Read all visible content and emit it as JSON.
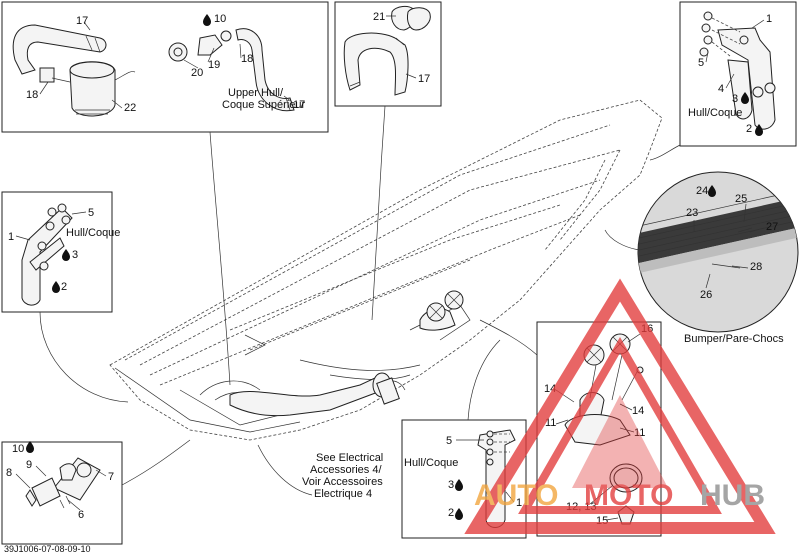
{
  "diagram": {
    "footer_code": "39J1006-07-08-09-10",
    "colors": {
      "line": "#222222",
      "bumper_dark": "#3a3a3a",
      "watermark_red": "#e23b3b",
      "watermark_orange": "#f2a33a",
      "watermark_gray": "#8c8c8c"
    },
    "labels": {
      "top_left": [
        "17",
        "10",
        "18",
        "19",
        "20",
        "18",
        "22",
        "17"
      ],
      "upper_hull": "Upper Hull/",
      "upper_hull_fr": "Coque Supérieur",
      "top_mid": [
        "21",
        "17"
      ],
      "top_right": [
        "1",
        "5",
        "4",
        "3",
        "2"
      ],
      "hull_coque": "Hull/Coque",
      "left_mid": [
        "5",
        "1",
        "3",
        "2"
      ],
      "bumper_zoom": [
        "24",
        "25",
        "23",
        "27",
        "28",
        "26"
      ],
      "bumper": "Bumper/Pare-Chocs",
      "right_bottom": [
        "16",
        "14",
        "14",
        "11",
        "11",
        "12, 13",
        "15"
      ],
      "bottom_left": [
        "10",
        "9",
        "8",
        "7",
        "6"
      ],
      "see_electrical_1": "See Electrical",
      "see_electrical_2": "Accessories 4/",
      "see_electrical_3": "Voir Accessoires",
      "see_electrical_4": "Electrique 4",
      "bottom_mid": [
        "5",
        "3",
        "1",
        "2"
      ]
    },
    "watermark": {
      "part1": "AUTO",
      "part2": "MOTO",
      "part3": "HUB"
    }
  }
}
